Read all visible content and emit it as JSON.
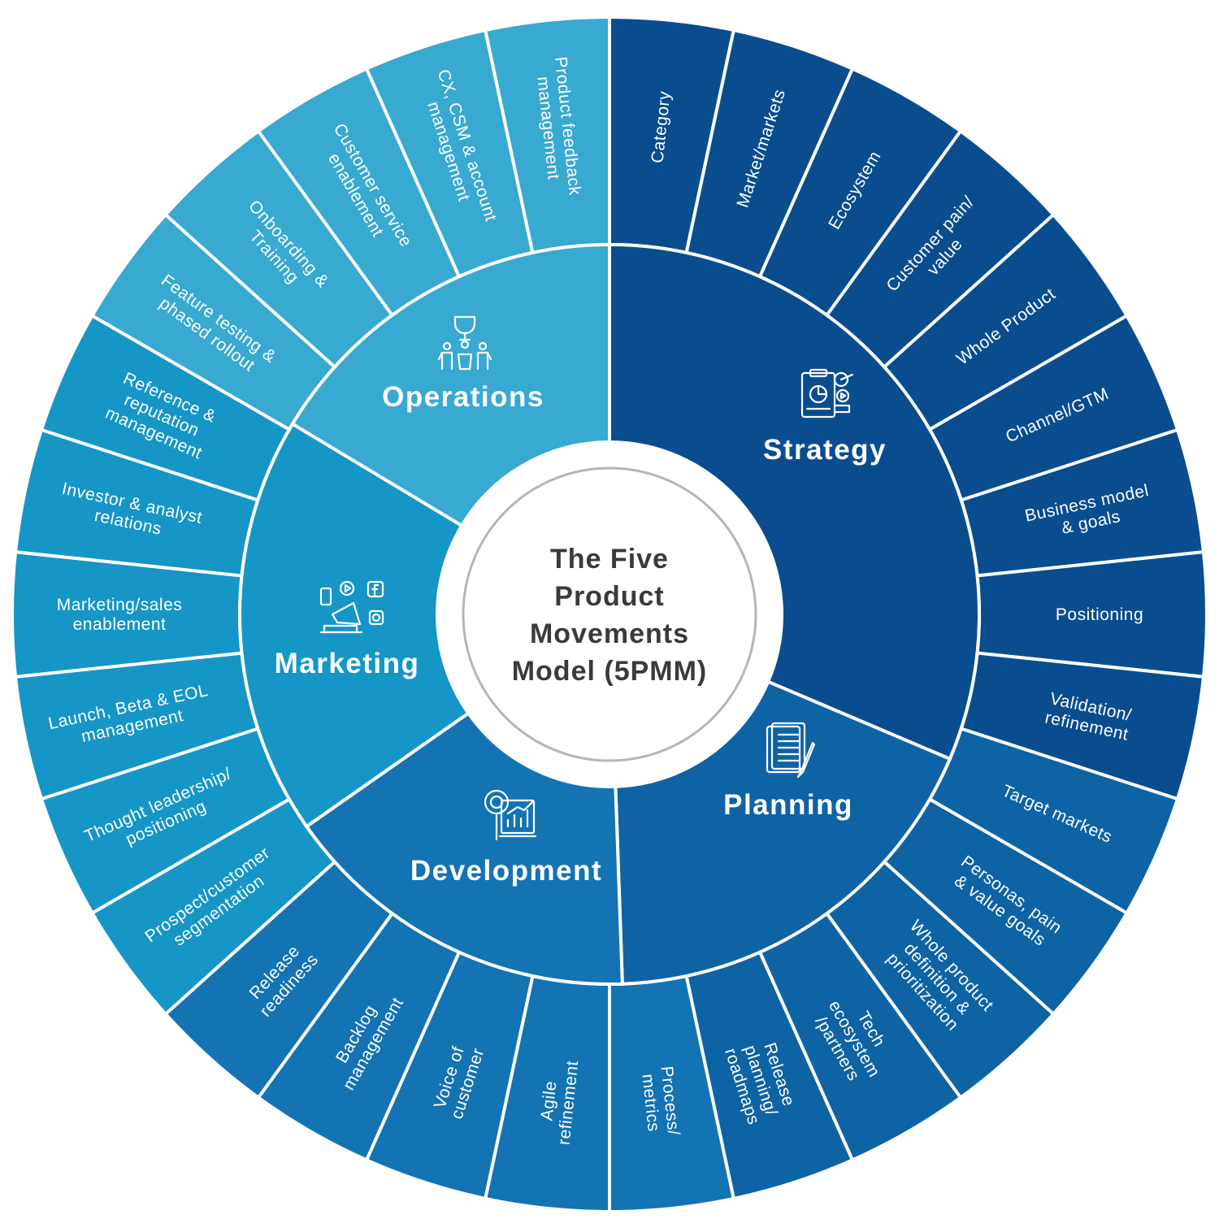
{
  "center": {
    "title_lines": [
      "The Five",
      "Product",
      "Movements",
      "Model (5PMM)"
    ]
  },
  "categories": [
    {
      "name": "Strategy",
      "icon": "strategy-icon",
      "color_inner": "#0a4d8f",
      "color_outer": "#0a4d8f",
      "items": [
        "Category",
        "Market/markets",
        "Ecosystem",
        "Customer pain/\nvalue",
        "Whole Product",
        "Channel/GTM",
        "Business model\n& goals",
        "Positioning",
        "Validation/\nrefinement"
      ]
    },
    {
      "name": "Planning",
      "icon": "planning-icon",
      "color_inner": "#0e63a5",
      "color_outer": "#0e63a5",
      "items": [
        "Target markets",
        "Personas, pain\n& value goals",
        "Whole product\ndefinition &\nprioritization",
        "Tech\necosystem\n/partners",
        "Release\nplanning/\nroadmaps"
      ]
    },
    {
      "name": "Development",
      "icon": "development-icon",
      "color_inner": "#1473b2",
      "color_outer": "#1473b2",
      "items": [
        "Process/\nmetrics",
        "Agile\nrefinement",
        "Voice of\ncustomer",
        "Backlog\nmanagement",
        "Release\nreadiness"
      ]
    },
    {
      "name": "Marketing",
      "icon": "marketing-icon",
      "color_inner": "#1596c6",
      "color_outer": "#1596c6",
      "items": [
        "Prospect/customer\nsegmentation",
        "Thought leadership/\npositioning",
        "Launch, Beta & EOL\nmanagement",
        "Marketing/sales\nenablement",
        "Investor & analyst\nrelations",
        "Reference   &\nreputation\nmanagement"
      ]
    },
    {
      "name": "Operations",
      "icon": "operations-icon",
      "color_inner": "#38a9d1",
      "color_outer": "#38a9d1",
      "items": [
        "Feature testing &\nphased rollout",
        "Onboarding &\nTraining",
        "Customer service\nenablement",
        "CX, CSM & account\nmanagement",
        "Product feedback\nmanagement"
      ]
    }
  ],
  "colors": {
    "divider": "#ffffff",
    "center_fill": "#ffffff",
    "center_ring": "#b5b5b5",
    "center_text": "#3a3a3a"
  }
}
